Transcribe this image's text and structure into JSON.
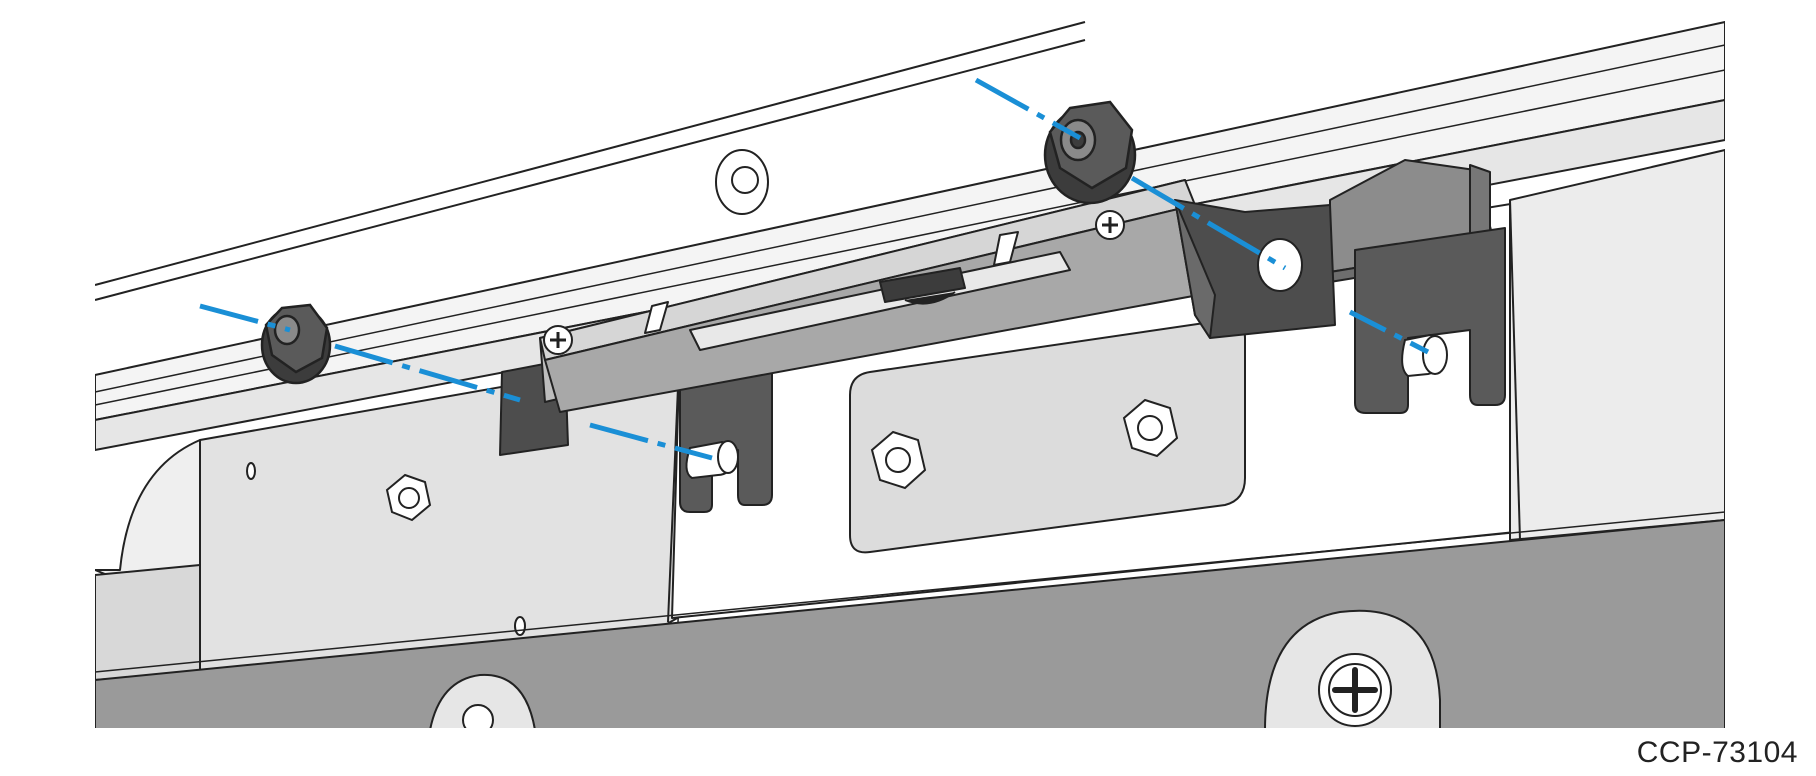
{
  "figure": {
    "id_label": "CCP-73104"
  },
  "colors": {
    "background": "#ffffff",
    "rail_light": "#f2f2f2",
    "panel_light": "#dcdcdc",
    "panel_mid": "#c8c8c8",
    "panel_dark": "#9a9a9a",
    "bracket_dark": "#5a5a5a",
    "nut_dark": "#3c3c3c",
    "outline": "#222222",
    "callout_blue": "#1a8fd6"
  },
  "parts": [
    {
      "name": "flange-nut-left",
      "icon": "hex-flange-nut-icon"
    },
    {
      "name": "flange-nut-right",
      "icon": "hex-flange-nut-icon"
    },
    {
      "name": "stud-pin-left",
      "icon": "stud-pin-icon"
    },
    {
      "name": "stud-pin-right",
      "icon": "stud-pin-icon"
    },
    {
      "name": "mounting-bracket",
      "icon": "bracket-icon"
    },
    {
      "name": "phillips-screw",
      "icon": "phillips-screw-icon"
    }
  ]
}
